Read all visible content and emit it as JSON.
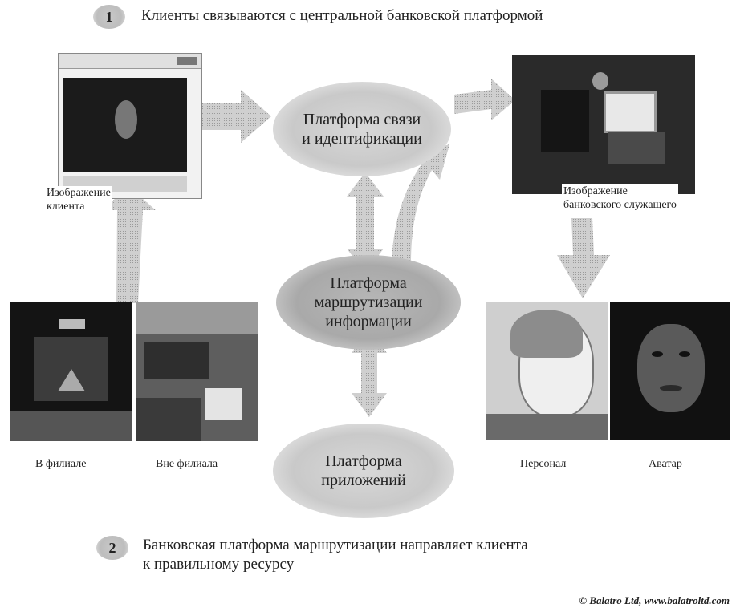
{
  "steps": [
    {
      "number": "1",
      "text": "Клиенты связываются с центральной банковской платформой"
    },
    {
      "number": "2",
      "line1": "Банковская платформа маршрутизации направляет клиента",
      "line2": "к правильному ресурсу"
    }
  ],
  "platforms": {
    "communication": {
      "line1": "Платформа связи",
      "line2": "и идентификации"
    },
    "routing": {
      "line1": "Платформа",
      "line2": "маршрутизации",
      "line3": "информации"
    },
    "applications": {
      "line1": "Платформа",
      "line2": "приложений"
    }
  },
  "captions": {
    "client_image": {
      "line1": "Изображение",
      "line2": "клиента"
    },
    "employee_image": {
      "line1": "Изображение",
      "line2": "банковского служащего"
    },
    "in_branch": "В филиале",
    "outside_branch": "Вне филиала",
    "staff": "Персонал",
    "avatar": "Аватар"
  },
  "copyright": "© Balatro Ltd, www.balatroltd.com"
}
